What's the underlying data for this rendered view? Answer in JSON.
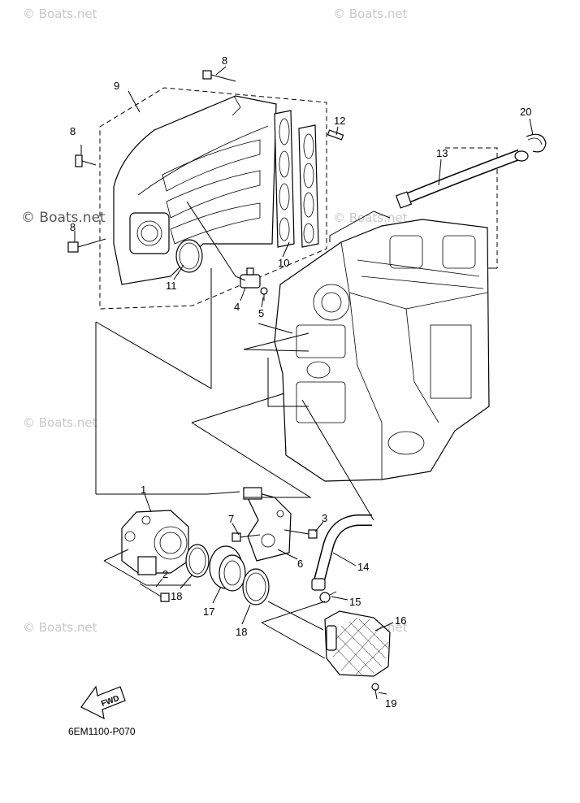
{
  "watermark": "© Boats.net",
  "diagram_code": "6EM1100-P070",
  "fwd_label": "FWD",
  "callouts": [
    "1",
    "2",
    "3",
    "4",
    "5",
    "6",
    "7",
    "8",
    "8",
    "8",
    "9",
    "10",
    "11",
    "12",
    "13",
    "14",
    "15",
    "16",
    "17",
    "18",
    "18",
    "19",
    "20"
  ]
}
